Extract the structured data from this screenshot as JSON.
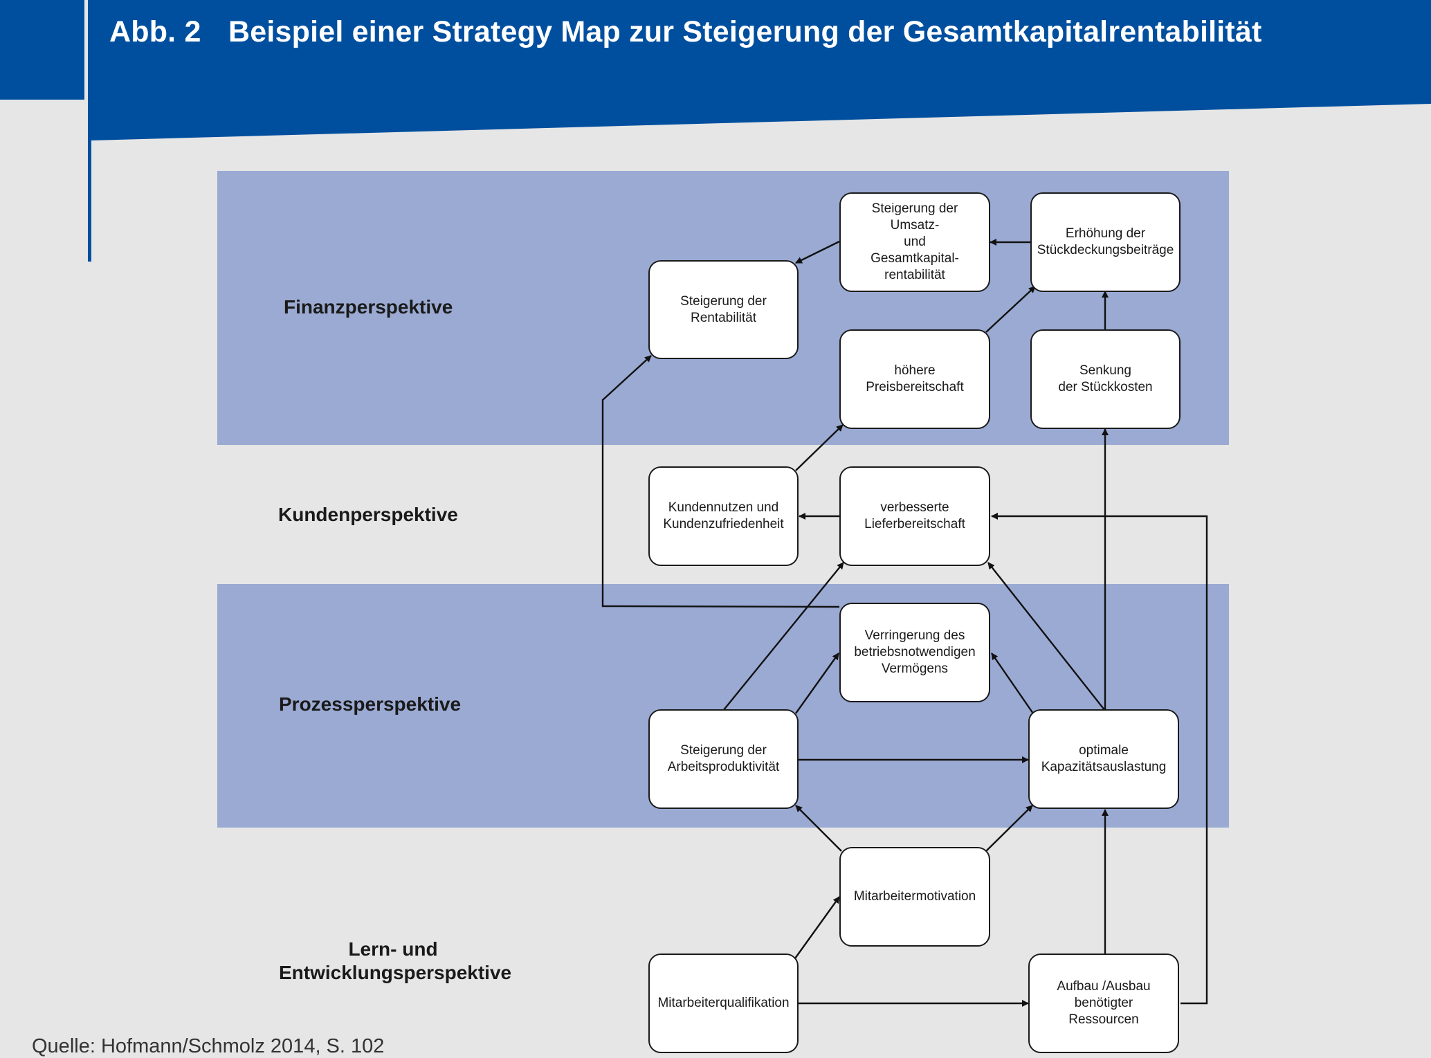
{
  "header": {
    "number": "Abb. 2",
    "title": "Beispiel einer Strategy Map zur Steigerung der Gesamtkapitalrentabilität"
  },
  "perspectives": {
    "finanz": "Finanzperspektive",
    "kunden": "Kundenperspektive",
    "prozess": "Prozessperspektive",
    "lern": "Lern- und\nEntwicklungsperspektive"
  },
  "nodes": {
    "rentabilitaet": "Steigerung der\nRentabilität",
    "umsatz": "Steigerung der Umsatz-\nund\nGesamtkapital-\nrentabilität",
    "deckung": "Erhöhung der\nStückdeckungsbeiträge",
    "preis": "höhere\nPreisbereitschaft",
    "stueckkosten": "Senkung\nder Stückkosten",
    "kundennutzen": "Kundennutzen und\nKundenzufriedenheit",
    "liefer": "verbesserte\nLieferbereitschaft",
    "vermoegen": "Verringerung des\nbetriebsnotwendigen\nVermögens",
    "arbeitsprod": "Steigerung der\nArbeitsproduktivität",
    "kapazitaet": "optimale\nKapazitätsauslastung",
    "motivation": "Mitarbeitermotivation",
    "qualifikation": "Mitarbeiterqualifikation",
    "ressourcen": "Aufbau /Ausbau\nbenötigter\nRessourcen"
  },
  "colors": {
    "header": "#004f9f",
    "band": "#9aaad3",
    "background": "#e6e6e6"
  },
  "source": "Quelle: Hofmann/Schmolz 2014, S. 102"
}
